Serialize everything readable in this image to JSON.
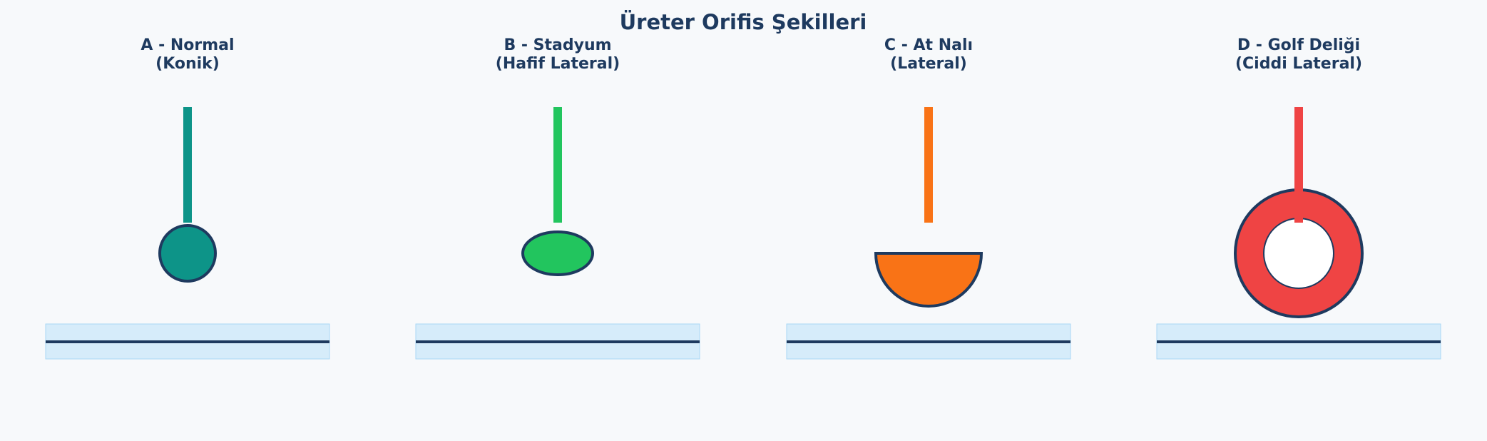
{
  "title": "Üreter Orifis Şekilleri",
  "panels": [
    {
      "label_line1": "A - Normal",
      "label_line2": "(Konik)",
      "shape": "circle",
      "color": "#0d9488"
    },
    {
      "label_line1": "B - Stadyum",
      "label_line2": "(Hafif Lateral)",
      "shape": "ellipse",
      "color": "#22c55e"
    },
    {
      "label_line1": "C - At Nalı",
      "label_line2": "(Lateral)",
      "shape": "half-disc",
      "color": "#f97316"
    },
    {
      "label_line1": "D - Golf Deliği",
      "label_line2": "(Ciddi Lateral)",
      "shape": "ring",
      "color": "#ef4444"
    }
  ],
  "colors": {
    "outline": "#1e3a5f",
    "bladder_fill": "#d6ecfa",
    "bladder_edge": "#a9d8f5",
    "background": "#f7f9fb"
  }
}
